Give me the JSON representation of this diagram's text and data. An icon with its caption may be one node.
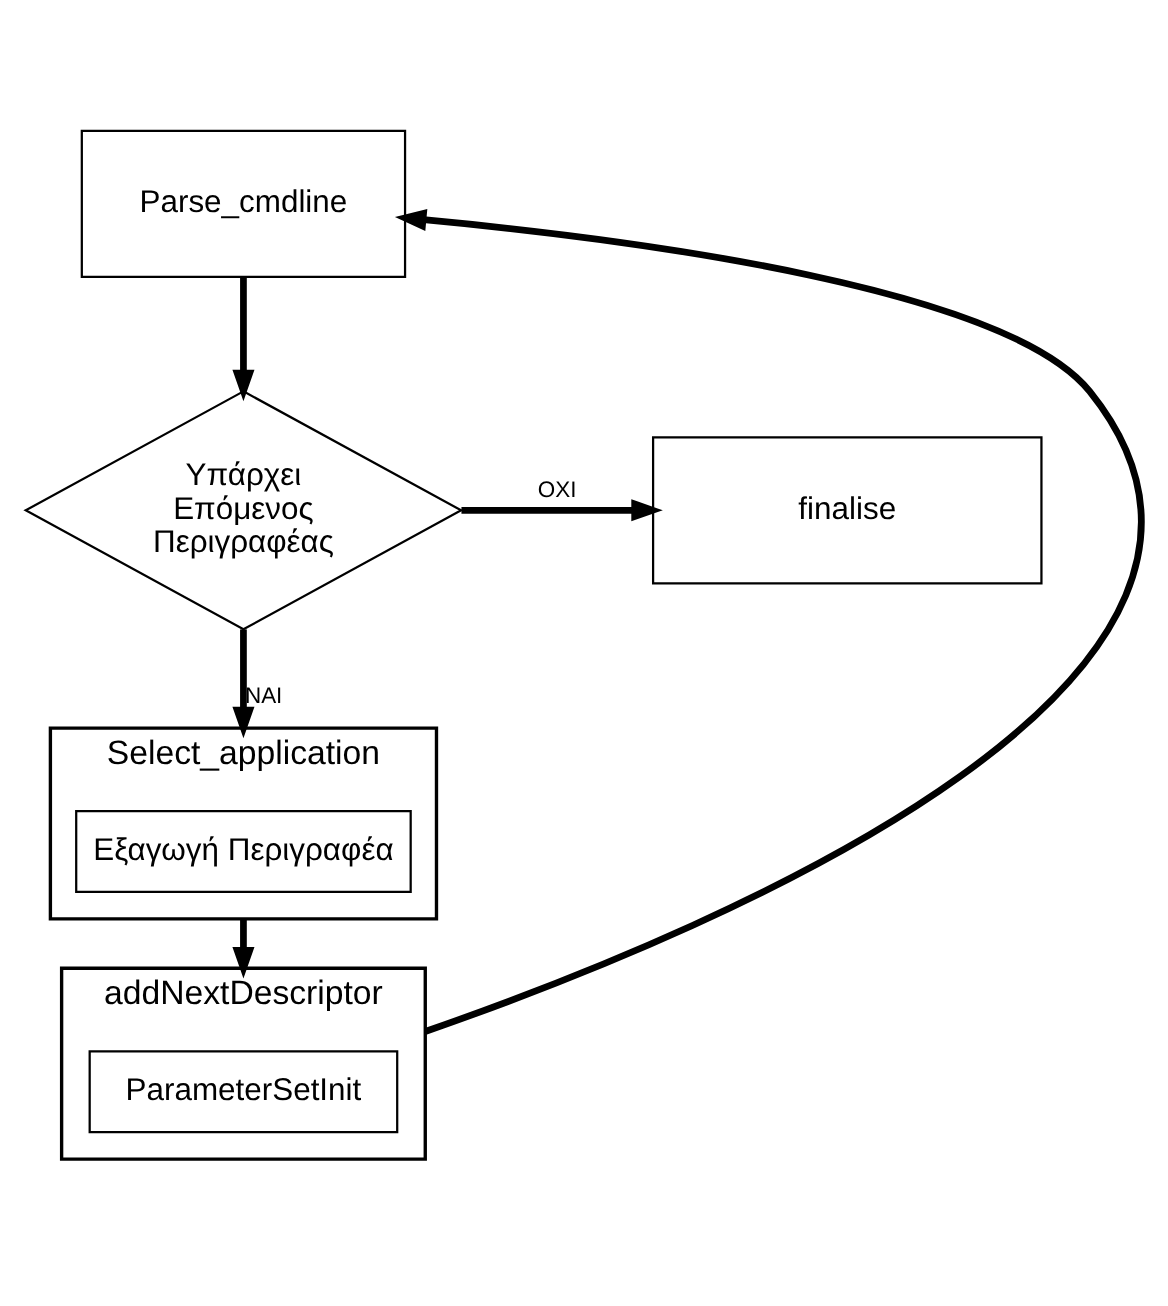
{
  "diagram": {
    "nodes": [
      {
        "text": [
          "Parse_cmdline"
        ]
      },
      {
        "text": [
          "Υπάρχει Επόμενος Περιγραφέας"
        ]
      },
      {
        "text": [
          "finalise"
        ]
      },
      {
        "text": [
          "Select_application"
        ]
      },
      {
        "text": [
          "Εξαγωγή Περιγραφέα"
        ],
        "in": 3
      },
      {
        "text": [
          "addNextDescriptor"
        ]
      },
      {
        "text": [
          "ParameterSetInit"
        ],
        "in": 5
      }
    ],
    "edges": [
      {
        "from": 0,
        "to": 1,
        "arrow": "to"
      },
      {
        "from": 1,
        "to": 2,
        "arrow": "to",
        "label": "ΟΧΙ"
      },
      {
        "from": 1,
        "to": 3,
        "arrow": "to",
        "label": "ΝΑΙ"
      },
      {
        "from": 3,
        "to": 5,
        "arrow": "to"
      },
      {
        "from": 5,
        "to": 0,
        "arrow": "to"
      }
    ]
  }
}
